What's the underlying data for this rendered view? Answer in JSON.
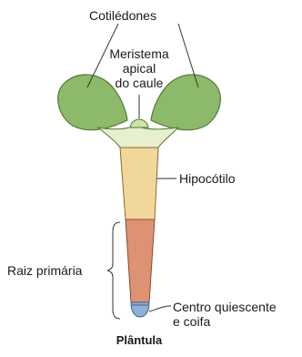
{
  "labels": {
    "cotiledones": "Cotilédones",
    "meristema": [
      "Meristema",
      "apical",
      "do caule"
    ],
    "hipocotilo": "Hipocótilo",
    "raiz": "Raiz primária",
    "centro": [
      "Centro quiescente",
      "e coifa"
    ],
    "titulo": "Plântula"
  },
  "colors": {
    "cotyledon_green": "#8db96a",
    "cotyledon_dark": "#4f7a36",
    "meristem_light": "#cfe2a8",
    "hypocotyl": "#f2d79a",
    "root": "#dd9274",
    "root_tip": "#8eb2d6",
    "line": "#333333"
  }
}
